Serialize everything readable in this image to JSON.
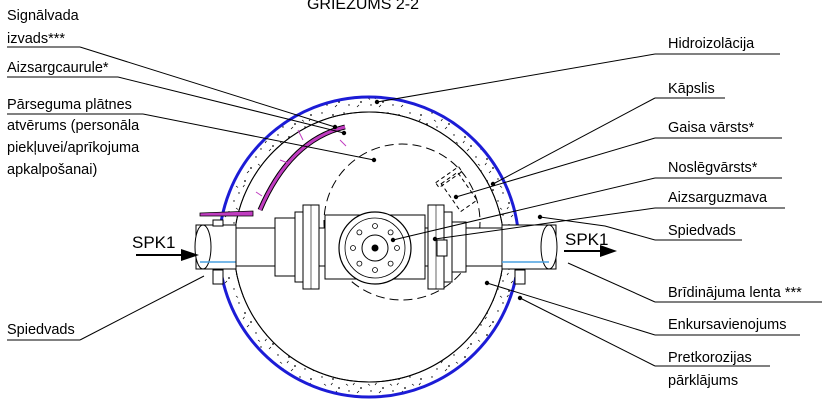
{
  "title": "GRIEZUMS 2-2",
  "labels": {
    "signalvada": "Signālvada",
    "izvads": "izvads***",
    "aizsargcaurule": "Aizsargcaurule*",
    "parseguma_1": "Pārseguma plātnes",
    "parseguma_2": "atvērums (personāla",
    "parseguma_3": "piekļuvei/aprīkojuma",
    "parseguma_4": "apkalpošanai)",
    "spiedvads_left": "Spiedvads",
    "hidroizolacija": "Hidroizolācija",
    "kapslis": "Kāpslis",
    "gaisa_varsts": "Gaisa vārsts*",
    "noslegvarsts": "Noslēgvārsts*",
    "aizsarguzmava": "Aizsarguzmava",
    "spiedvads_right": "Spiedvads",
    "bridinajuma_lenta": "Brīdinājuma lenta ***",
    "enkursavienojums": "Enkursavienojums",
    "pretkorozijas_1": "Pretkorozijas",
    "pretkorozijas_2": "pārklājums"
  },
  "flow": {
    "left": "SPK1",
    "right": "SPK1"
  },
  "colors": {
    "outer_ring": "#1c1cd6",
    "signal_conduit": "#c03cc0",
    "pipe_band": "#4aa0e0",
    "ink": "#000000"
  }
}
